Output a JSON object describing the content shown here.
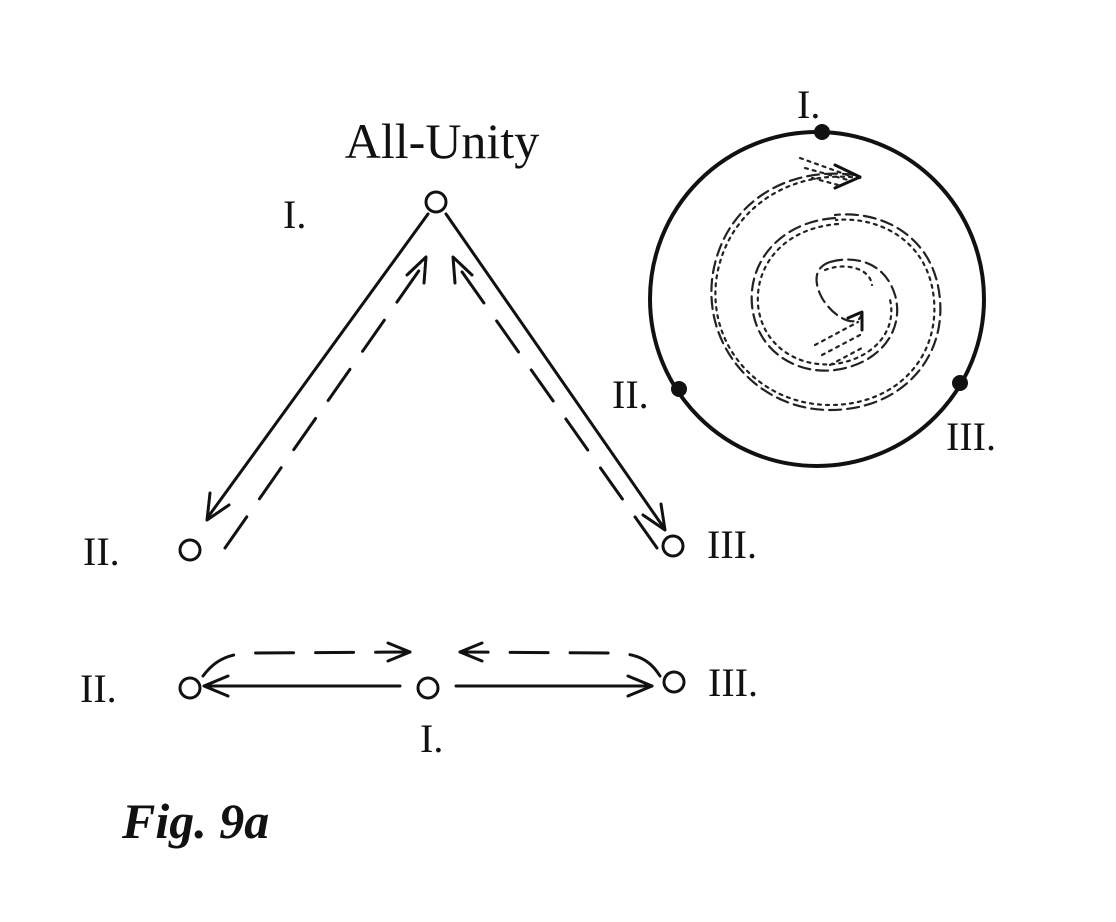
{
  "diagram": {
    "title": "All-Unity",
    "caption": "Fig. 9a",
    "triangle": {
      "label_top": "I.",
      "label_left": "II.",
      "label_right": "III."
    },
    "circle": {
      "label_top": "I.",
      "label_left": "II.",
      "label_right": "III."
    },
    "line": {
      "label_left": "II.",
      "label_center": "I.",
      "label_right": "III."
    }
  }
}
